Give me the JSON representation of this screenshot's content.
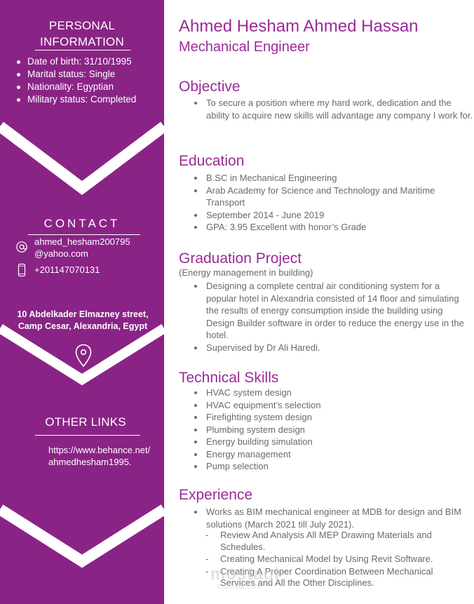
{
  "sidebar": {
    "personal_heading": "PERSONAL\nINFORMATION",
    "personal_items": [
      "Date of birth: 31/10/1995",
      "Marital status: Single",
      "Nationality: Egyptian",
      "Military status: Completed"
    ],
    "contact_heading": "CONTACT",
    "email": "ahmed_hesham200795\n@yahoo.com",
    "phone": "+201147070131",
    "address": "10 Abdelkader Elmazney street, Camp Cesar, Alexandria, Egypt",
    "other_links_heading": "OTHER LINKS",
    "link": "https://www.behance.net/ahmedhesham1995."
  },
  "header": {
    "name": "Ahmed Hesham Ahmed Hassan",
    "title": "Mechanical Engineer"
  },
  "objective": {
    "title": "Objective",
    "items": [
      "To secure a position where my hard work, dedication and the ability to acquire new skills will advantage any company I work for."
    ]
  },
  "education": {
    "title": "Education",
    "items": [
      "B.SC in Mechanical Engineering",
      "Arab Academy for Science and Technology and Maritime Transport",
      "September 2014 - June 2019",
      "GPA: 3.95 Excellent with honor’s Grade"
    ]
  },
  "graduation_project": {
    "title": "Graduation Project",
    "subtitle": "(Energy management in building)",
    "items": [
      "Designing a complete central air conditioning system for a popular hotel in Alexandria consisted of 14 floor and simulating the results of energy consumption inside the building using Design Builder software in order to reduce the energy use in the hotel.",
      "Supervised by Dr Ali Haredi."
    ]
  },
  "technical_skills": {
    "title": "Technical Skills",
    "items": [
      "HVAC system design",
      "HVAC equipment’s selection",
      "Firefighting system design",
      "Plumbing system design",
      "Energy building simulation",
      "Energy management",
      "Pump selection"
    ]
  },
  "experience": {
    "title": "Experience",
    "items": [
      "Works as BIM mechanical engineer at MDB for design and BIM solutions (March 2021 till July 2021)."
    ],
    "sub_items": [
      "Review And Analysis All MEP Drawing Materials and Schedules.",
      "Creating Mechanical Model by Using Revit Software.",
      "Creating A Proper Coordination Between Mechanical Services and All the Other Disciplines."
    ]
  },
  "watermark": {
    "text": "mostaql",
    "sub": "mostaql.com"
  },
  "colors": {
    "sidebar": "#8a2386",
    "accent": "#9b2a98",
    "body_text": "#6a6a6a"
  },
  "icons": {
    "email": "at-icon",
    "phone": "phone-icon",
    "address": "location-pin-icon"
  }
}
